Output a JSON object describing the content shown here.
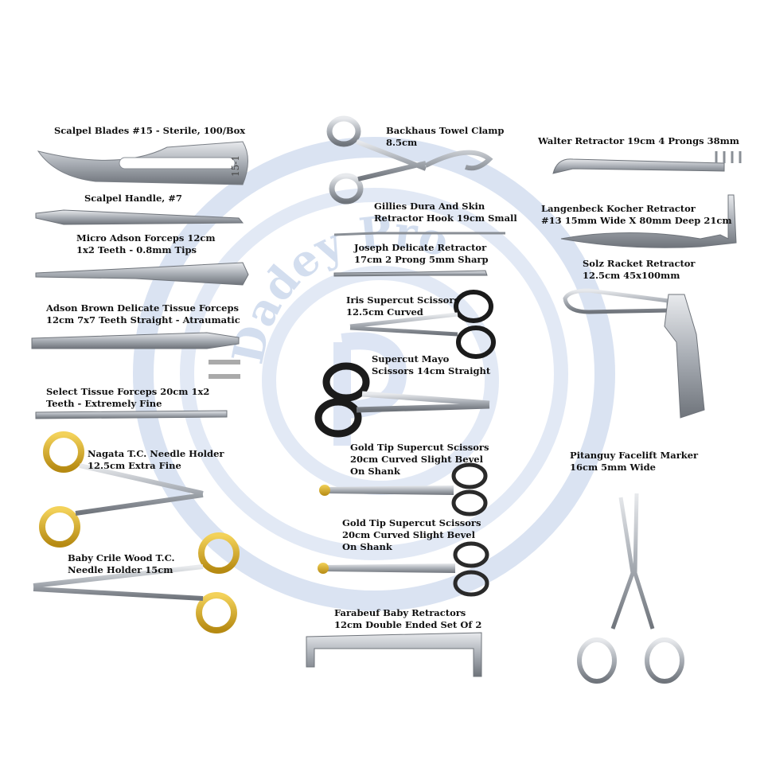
{
  "watermark": {
    "text": "Dadey Pro",
    "color": "#c9d6ec"
  },
  "colors": {
    "steel": "#b8bcc2",
    "steel_dark": "#6f747b",
    "gold": "#d9b12a",
    "black_grip": "#1b1b1b"
  },
  "products": [
    {
      "id": "scalpel-blades",
      "label": "Scalpel Blades #15 - Sterile, 100/Box",
      "blade_mark": "15-1"
    },
    {
      "id": "scalpel-handle",
      "label": "Scalpel Handle, #7"
    },
    {
      "id": "micro-adson",
      "label": "Micro Adson Forceps 12cm\n1x2 Teeth - 0.8mm Tips"
    },
    {
      "id": "adson-brown",
      "label": "Adson Brown Delicate Tissue Forceps\n12cm 7x7 Teeth Straight - Atraumatic"
    },
    {
      "id": "select-tissue",
      "label": "Select Tissue Forceps 20cm 1x2\nTeeth - Extremely Fine"
    },
    {
      "id": "nagata",
      "label": "Nagata T.C. Needle Holder\n12.5cm Extra Fine"
    },
    {
      "id": "baby-crile",
      "label": "Baby Crile Wood T.C.\nNeedle Holder 15cm"
    },
    {
      "id": "backhaus",
      "label": "Backhaus Towel Clamp\n8.5cm"
    },
    {
      "id": "gillies",
      "label": "Gillies Dura And Skin\nRetractor Hook 19cm Small"
    },
    {
      "id": "joseph",
      "label": "Joseph Delicate Retractor\n17cm 2 Prong 5mm Sharp"
    },
    {
      "id": "iris",
      "label": "Iris Supercut Scissors\n12.5cm Curved"
    },
    {
      "id": "mayo",
      "label": "Supercut Mayo\nScissors 14cm Straight"
    },
    {
      "id": "gold-tip-1",
      "label": "Gold Tip Supercut Scissors\n20cm Curved Slight Bevel\nOn Shank"
    },
    {
      "id": "gold-tip-2",
      "label": "Gold Tip Supercut Scissors\n20cm Curved Slight Bevel\nOn Shank"
    },
    {
      "id": "farabeuf",
      "label": "Farabeuf Baby Retractors\n12cm Double Ended Set Of 2"
    },
    {
      "id": "walter",
      "label": "Walter Retractor 19cm 4 Prongs 38mm"
    },
    {
      "id": "langenbeck",
      "label": "Langenbeck Kocher Retractor\n#13 15mm Wide X 80mm Deep 21cm"
    },
    {
      "id": "solz",
      "label": "Solz Racket Retractor\n12.5cm 45x100mm"
    },
    {
      "id": "pitanguy",
      "label": "Pitanguy Facelift Marker\n16cm 5mm Wide"
    }
  ]
}
